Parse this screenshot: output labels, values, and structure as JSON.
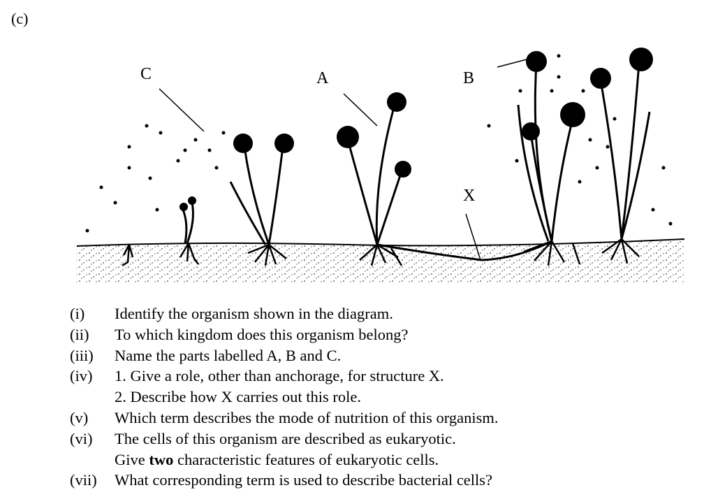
{
  "part_label": "(c)",
  "diagram": {
    "labels": {
      "a": "A",
      "b": "B",
      "c": "C",
      "x": "X"
    }
  },
  "questions": [
    {
      "num": "(i)",
      "lines": [
        "Identify the organism shown in the diagram."
      ]
    },
    {
      "num": "(ii)",
      "lines": [
        "To which kingdom does this organism belong?"
      ]
    },
    {
      "num": "(iii)",
      "lines": [
        "Name the parts labelled A, B and C."
      ]
    },
    {
      "num": "(iv)",
      "lines": [
        "1. Give a role, other than anchorage, for structure X.",
        "2. Describe how X carries out this role."
      ]
    },
    {
      "num": "(v)",
      "lines": [
        "Which term describes the mode of nutrition of this organism."
      ]
    },
    {
      "num": "(vi)",
      "lines": [
        "The cells of this organism are described as eukaryotic."
      ]
    },
    {
      "num": "",
      "lines_rich": {
        "before": "Give ",
        "bold": "two",
        "after": " characteristic features of eukaryotic cells."
      }
    },
    {
      "num": "(vii)",
      "lines": [
        "What corresponding term is used to describe bacterial cells?"
      ]
    }
  ]
}
